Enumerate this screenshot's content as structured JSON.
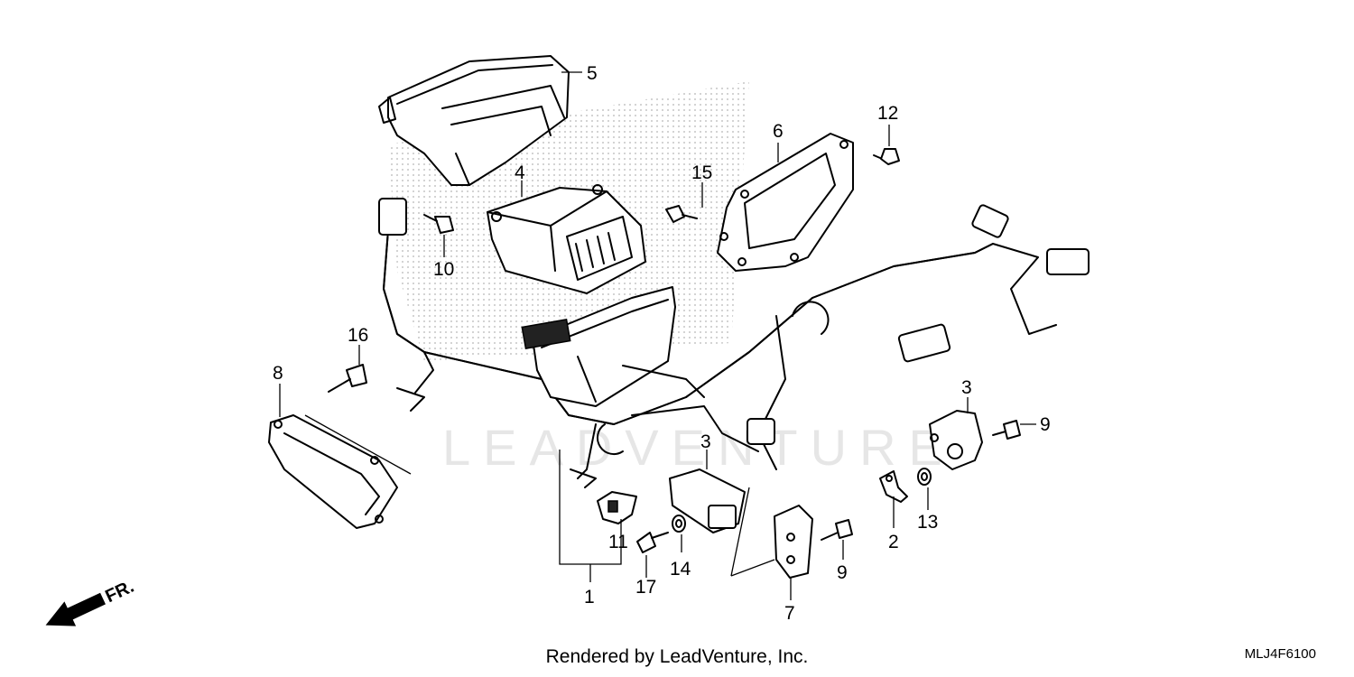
{
  "diagram": {
    "watermark": "LEADVENTURE",
    "direction_label": "FR.",
    "footer": "Rendered by LeadVenture, Inc.",
    "part_code": "MLJ4F6100",
    "callouts": [
      {
        "id": "c1",
        "label": "1"
      },
      {
        "id": "c2",
        "label": "2"
      },
      {
        "id": "c3a",
        "label": "3"
      },
      {
        "id": "c3b",
        "label": "3"
      },
      {
        "id": "c4",
        "label": "4"
      },
      {
        "id": "c5",
        "label": "5"
      },
      {
        "id": "c6",
        "label": "6"
      },
      {
        "id": "c7",
        "label": "7"
      },
      {
        "id": "c8",
        "label": "8"
      },
      {
        "id": "c9a",
        "label": "9"
      },
      {
        "id": "c9b",
        "label": "9"
      },
      {
        "id": "c10",
        "label": "10"
      },
      {
        "id": "c11",
        "label": "11"
      },
      {
        "id": "c12",
        "label": "12"
      },
      {
        "id": "c13",
        "label": "13"
      },
      {
        "id": "c14",
        "label": "14"
      },
      {
        "id": "c15",
        "label": "15"
      },
      {
        "id": "c16",
        "label": "16"
      },
      {
        "id": "c17",
        "label": "17"
      }
    ]
  }
}
